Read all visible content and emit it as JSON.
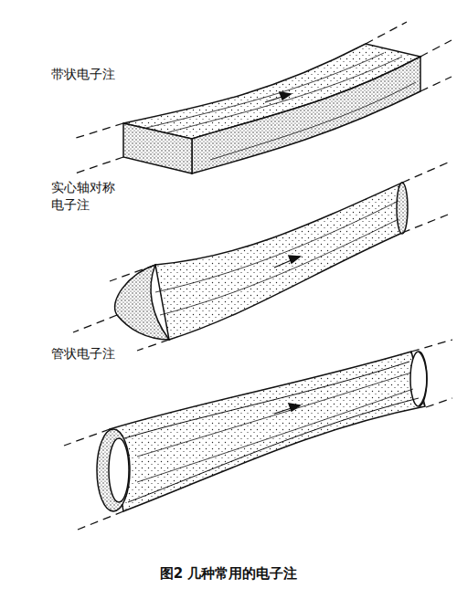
{
  "diagram": {
    "caption": "图2 几种常用的电子注",
    "labels": [
      "带状电子注",
      "实心轴对称 电子注",
      "管状电子注"
    ]
  }
}
